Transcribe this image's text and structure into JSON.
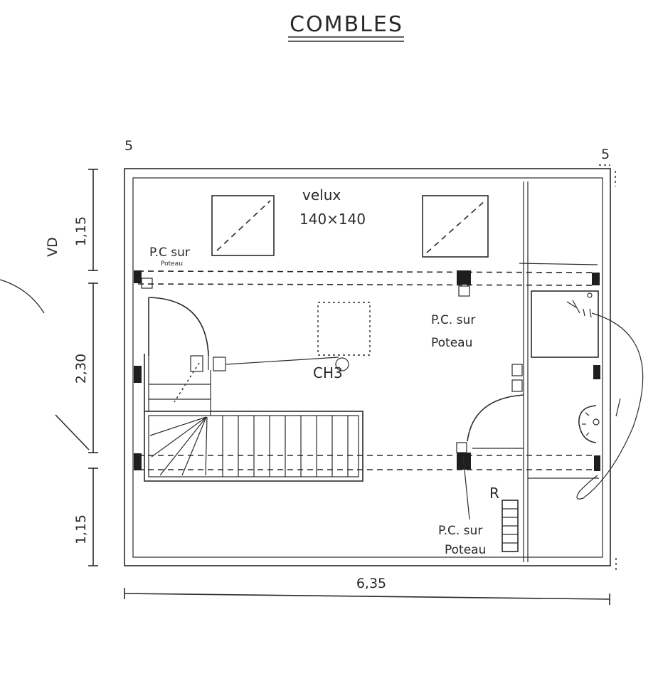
{
  "title": "COMBLES",
  "velux": {
    "label": "velux",
    "size": "140×140"
  },
  "rooms": {
    "bedroom": "CH3",
    "reserve": "R"
  },
  "notes": {
    "pc_top_left_1": "P.C sur",
    "pc_top_left_2": "Poteau",
    "pc_center_1": "P.C. sur",
    "pc_center_2": "Poteau",
    "pc_bottom_1": "P.C. sur",
    "pc_bottom_2": "Poteau"
  },
  "dimensions": {
    "left_top": "1,15",
    "left_middle": "2,30",
    "left_bottom": "1,15",
    "width": "6,35",
    "wall_top_left": "5",
    "wall_top_right": "5",
    "side_mark": "VD"
  }
}
